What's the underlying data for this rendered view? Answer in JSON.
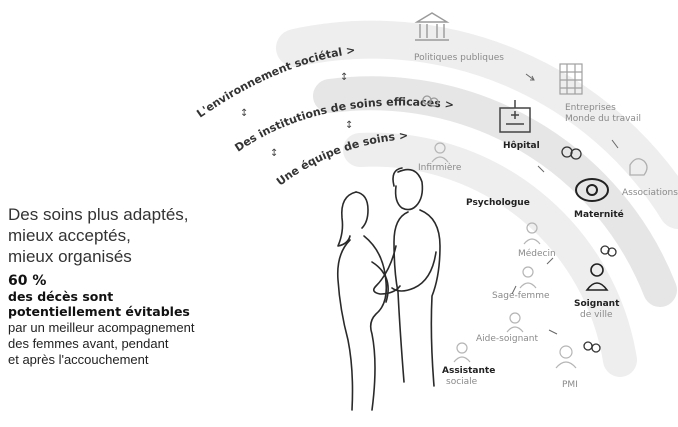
{
  "arcs": {
    "environment": "L'environnement sociétal >",
    "institutions": "Des institutions de soins efficaces >",
    "team": "Une équipe de soins >"
  },
  "nodes": {
    "politiques": "Politiques publiques",
    "entreprises_1": "Entreprises",
    "entreprises_2": "Monde du travail",
    "hopital": "Hôpital",
    "associations": "Associations",
    "infirmiere": "Infirmière",
    "psychologue": "Psychologue",
    "maternite": "Maternité",
    "medecin": "Médecin",
    "sage_femme": "Sage-femme",
    "soignant_1": "Soignant",
    "soignant_2": "de ville",
    "aide_soignant": "Aide-soignant",
    "assistante_1": "Assistante",
    "assistante_2": "sociale",
    "pmi": "PMI"
  },
  "left": {
    "tagline": [
      "Des soins plus adaptés,",
      "mieux acceptés,",
      "mieux organisés"
    ],
    "stat_value": "60 %",
    "stat_label": [
      "des décès sont",
      "potentiellement évitables"
    ],
    "description": [
      "par un meilleur acompagnement",
      "des femmes avant, pendant",
      "et après l'accouchement"
    ]
  }
}
